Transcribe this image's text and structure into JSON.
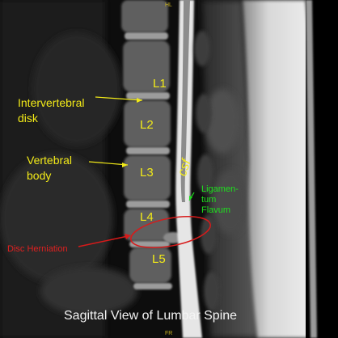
{
  "header": {
    "top_marker": "HL"
  },
  "footer": {
    "caption": "Sagittal View of Lumbar Spine",
    "bottom_marker": "FR"
  },
  "vertebra_labels": [
    "L1",
    "L2",
    "L3",
    "L4",
    "L5"
  ],
  "annotations": {
    "intervertebral_disk": [
      "Intervertebral",
      "disk"
    ],
    "vertebral_body": [
      "Vertebral",
      "body"
    ],
    "csf": "csf",
    "ligamentum_flavum": [
      "Ligamen-",
      "tum",
      "Flavum"
    ],
    "disc_herniation": "Disc Herniation"
  },
  "colors": {
    "label_yellow": "#f2ea18",
    "ligament_green": "#1ee01e",
    "herniation_red": "#e02020",
    "caption_white": "#f4f4f4",
    "background": "#000000"
  }
}
